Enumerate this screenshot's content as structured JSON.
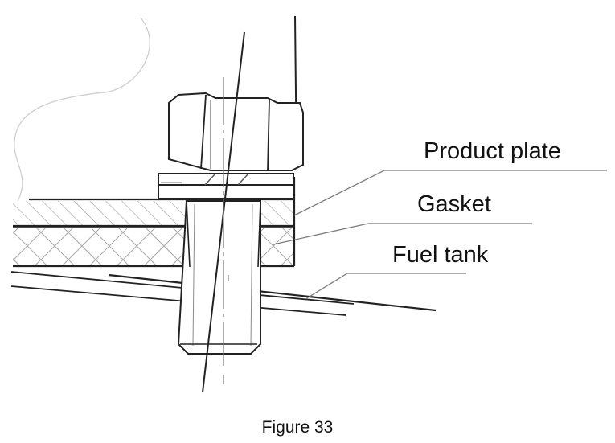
{
  "labels": {
    "product_plate": "Product plate",
    "gasket": "Gasket",
    "fuel_tank": "Fuel tank"
  },
  "caption": "Figure 33",
  "colors": {
    "line": "#222222",
    "leader": "#7a7a7a",
    "hatch": "#9a9a9a",
    "background": "#ffffff"
  }
}
